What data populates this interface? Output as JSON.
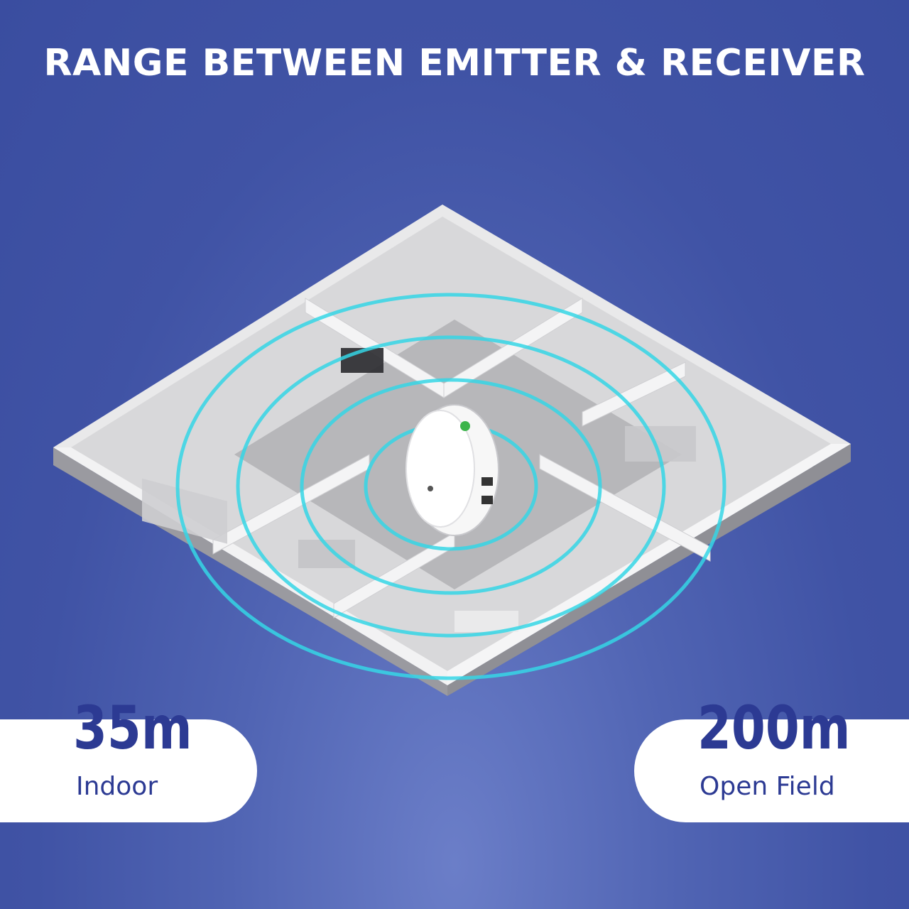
{
  "headline": "RANGE BETWEEN EMITTER & RECEIVER",
  "stats": {
    "indoor": {
      "value": "35m",
      "label": "Indoor"
    },
    "open_field": {
      "value": "200m",
      "label": "Open Field"
    }
  },
  "colors": {
    "background": "#4053a5",
    "accent_text": "#2c3a93",
    "signal_rings": "#36d6e6"
  },
  "icons": [
    "house-floorplan-illustration",
    "receiver-device-icon",
    "signal-waves-icon"
  ]
}
